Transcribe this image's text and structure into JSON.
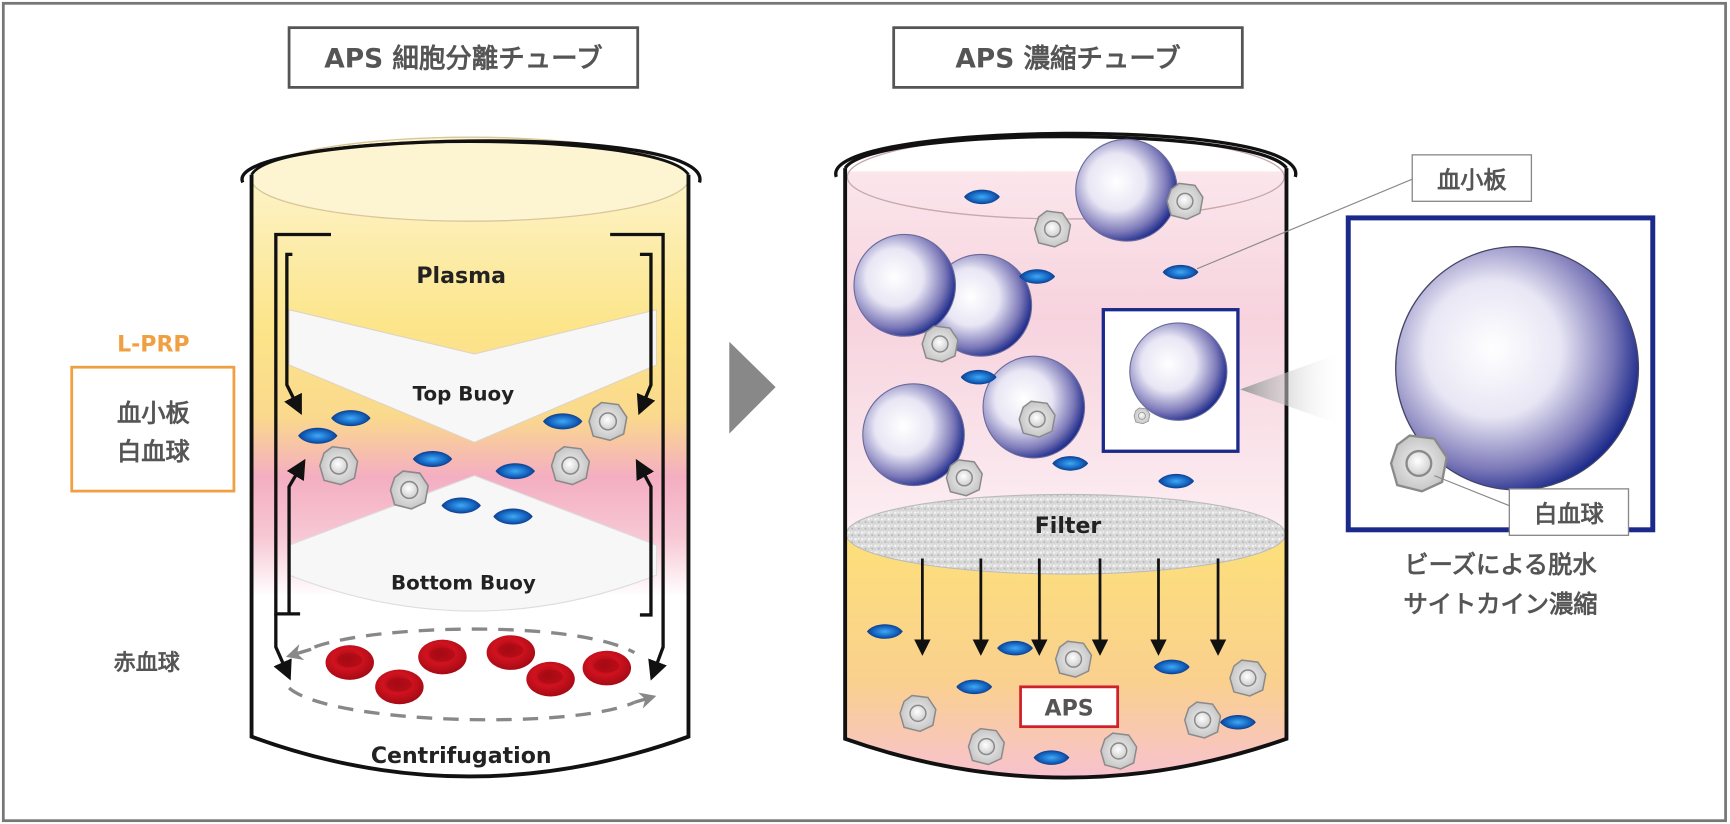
{
  "left_tube": {
    "title": "APS 細胞分離チューブ",
    "layers": {
      "plasma": "Plasma",
      "top_buoy": "Top Buoy",
      "bottom_buoy": "Bottom Buoy",
      "centrifugation": "Centrifugation"
    },
    "side_labels": {
      "lprp_heading": "L-PRP",
      "lprp_line1": "血小板",
      "lprp_line2": "白血球",
      "rbc": "赤血球"
    }
  },
  "right_tube": {
    "title": "APS 濃縮チューブ",
    "filter_label": "Filter",
    "output_label": "APS"
  },
  "inset": {
    "platelet_callout": "血小板",
    "wbc_callout": "白血球",
    "caption_line1": "ビーズによる脱水",
    "caption_line2": "サイトカイン濃縮"
  },
  "colors": {
    "frame": "#777777",
    "title_box_border": "#555555",
    "lprp_orange": "#F0A040",
    "aps_red": "#D0212A",
    "inset_navy": "#1B2A8A",
    "arrow_gray": "#888888",
    "platelet_blue": "#1565C0",
    "rbc_red": "#C8101E",
    "plasma_yellow": "#FBE27A",
    "pink_band": "#F4A6BE"
  }
}
